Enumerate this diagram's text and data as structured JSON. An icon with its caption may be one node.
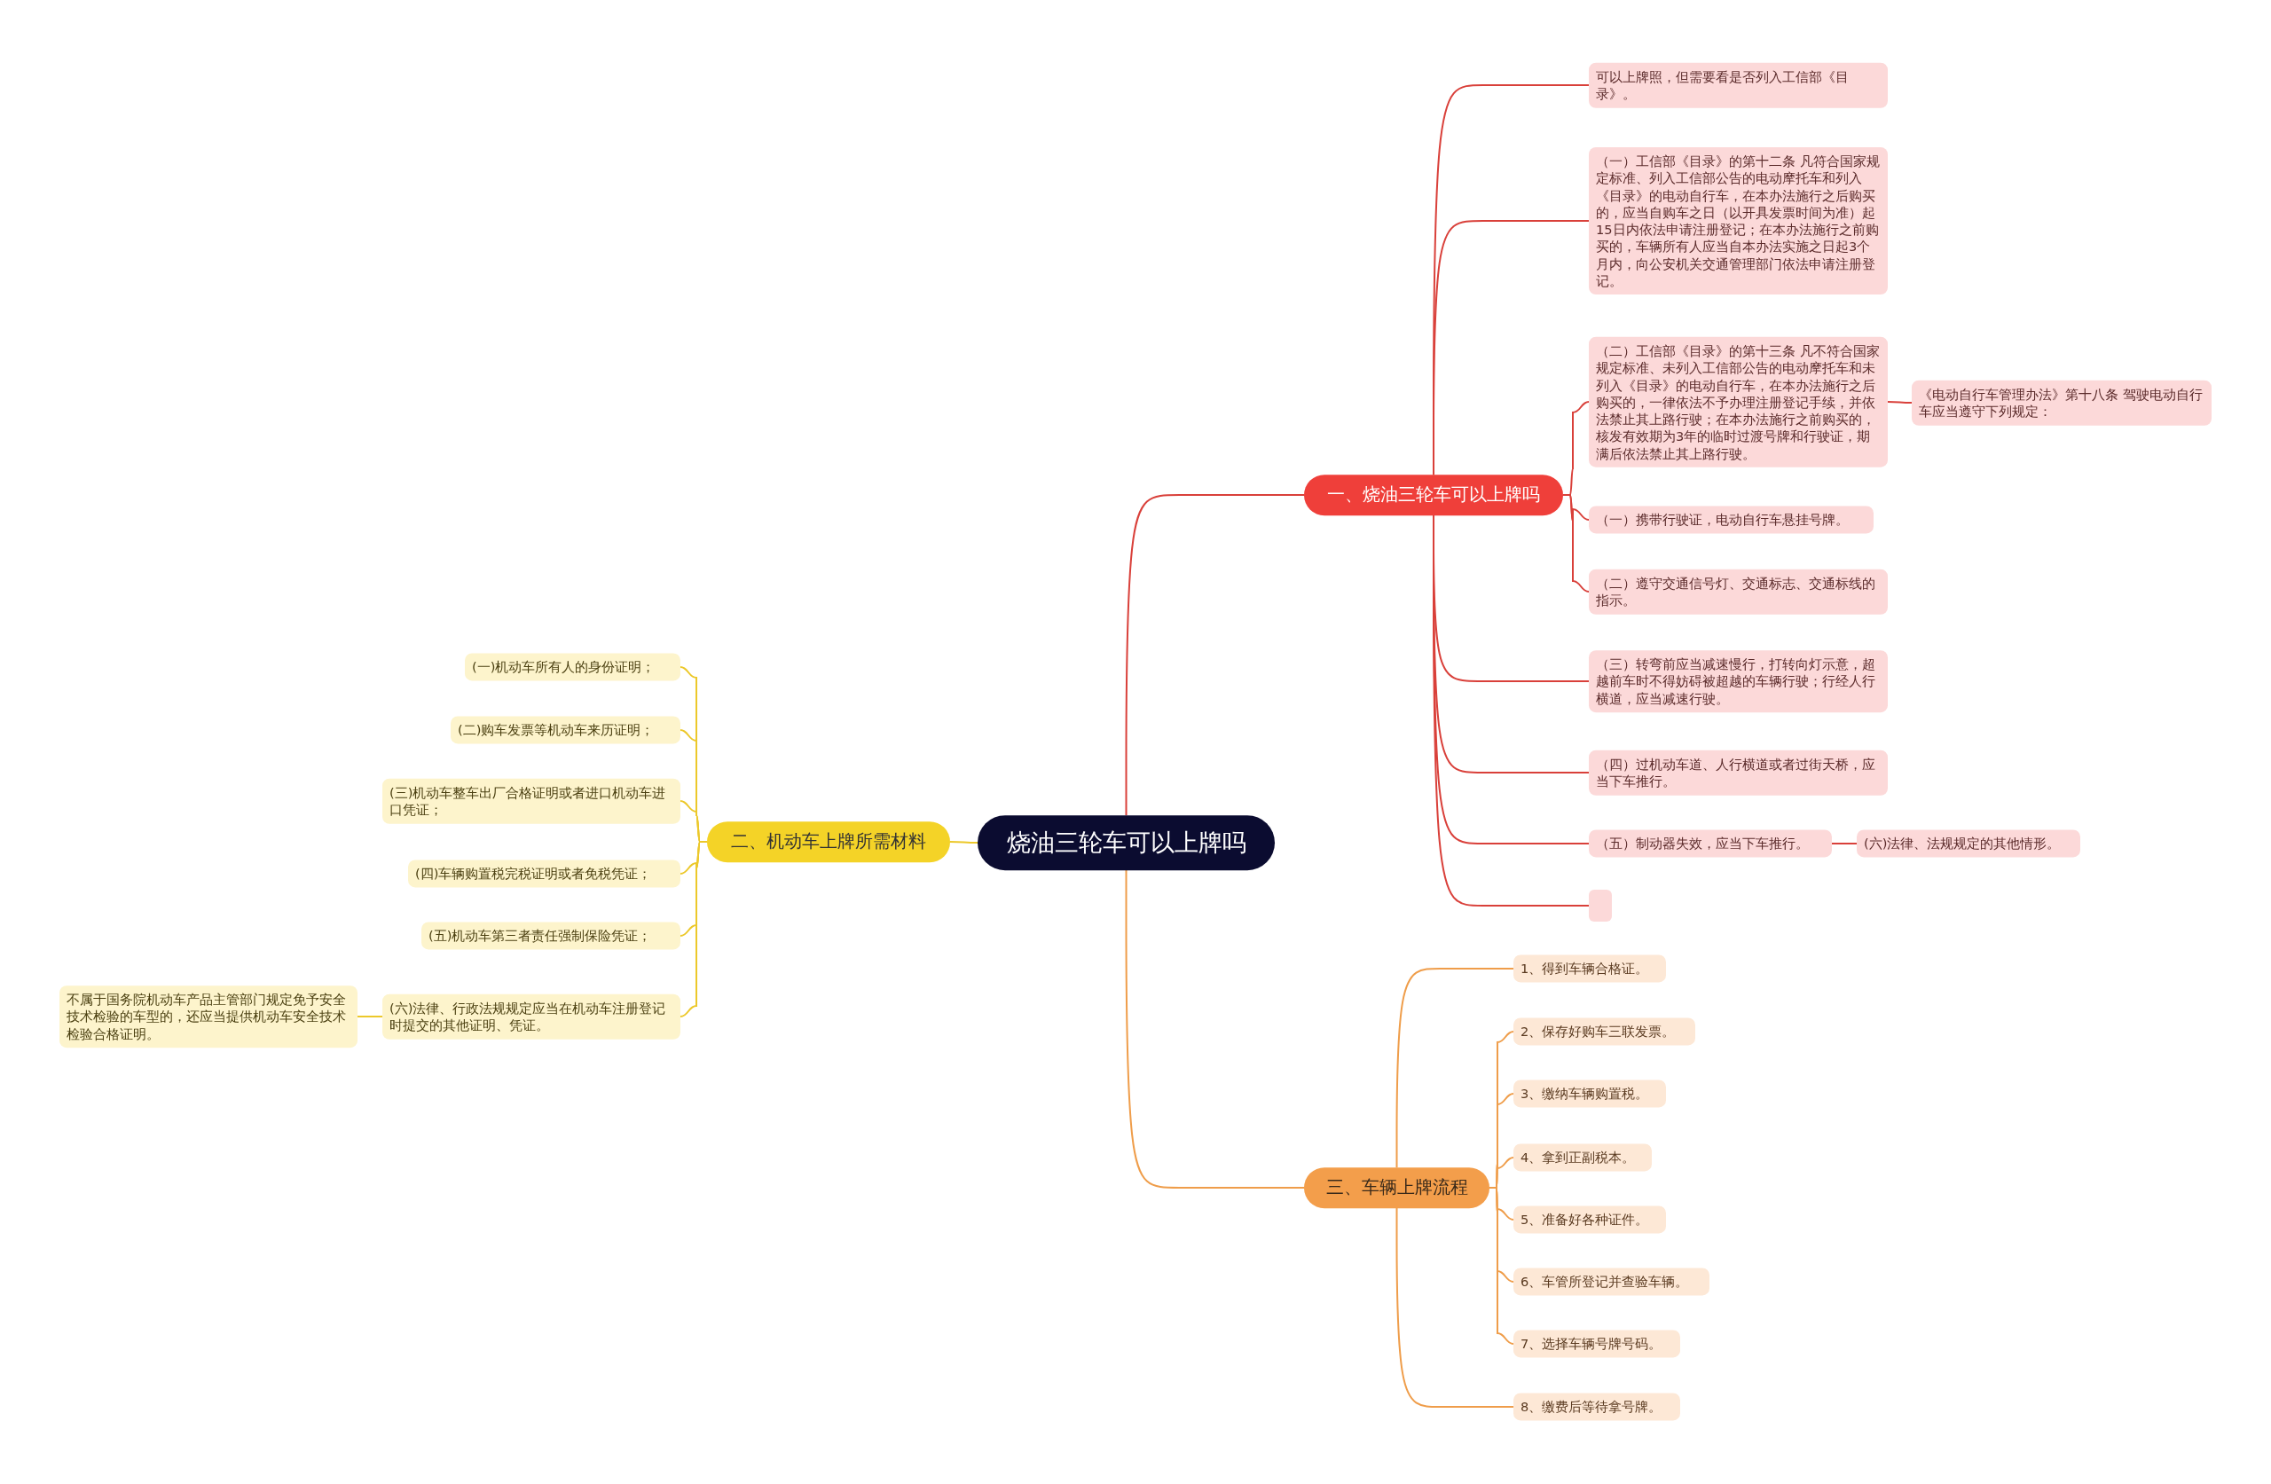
{
  "diagram": {
    "nodes": [
      {
        "text": [
          "烧油三轮车可以上牌吗"
        ]
      },
      {
        "text": [
          "一、烧油三轮车可以上牌吗"
        ]
      },
      {
        "text": [
          "可以上牌照，但需要看是否列入工信部《目录》。"
        ]
      },
      {
        "text": [
          "（一）工信部《目录》的第十二条 凡符合国家规定标准、列入工信部公告的电动摩托车和列入《目录》的电动自行车，在本办法施行之后购买的，应当自购车之日（以开具发票时间为准）起15日内依法申请注册登记；在本办法施行之前购买的，车辆所有人应当自本办法实施之日起3个月内，向公安机关交通管理部门依法申请注册登记。"
        ]
      },
      {
        "text": [
          "（二）工信部《目录》的第十三条 凡不符合国家规定标准、未列入工信部公告的电动摩托车和未列入《目录》的电动自行车，在本办法施行之后购买的，一律依法不予办理注册登记手续，并依法禁止其上路行驶；在本办法施行之前购买的，核发有效期为3年的临时过渡号牌和行驶证，期满后依法禁止其上路行驶。"
        ]
      },
      {
        "text": [
          "《电动自行车管理办法》第十八条  驾驶电动自行车应当遵守下列规定："
        ]
      },
      {
        "text": [
          "（一）携带行驶证，电动自行车悬挂号牌。"
        ]
      },
      {
        "text": [
          "（二）遵守交通信号灯、交通标志、交通标线的指示。"
        ]
      },
      {
        "text": [
          "（三）转弯前应当减速慢行，打转向灯示意，超越前车时不得妨碍被超越的车辆行驶；行经人行横道，应当减速行驶。"
        ]
      },
      {
        "text": [
          "（四）过机动车道、人行横道或者过街天桥，应当下车推行。"
        ]
      },
      {
        "text": [
          "（五）制动器失效，应当下车推行。"
        ]
      },
      {
        "text": [
          "(六)法律、法规规定的其他情形。"
        ]
      },
      {
        "text": [],
        "shape": "box"
      },
      {
        "text": [
          "二、机动车上牌所需材料"
        ]
      },
      {
        "text": [
          "(一)机动车所有人的身份证明；"
        ]
      },
      {
        "text": [
          "(二)购车发票等机动车来历证明；"
        ]
      },
      {
        "text": [
          "(三)机动车整车出厂合格证明或者进口机动车进口凭证；"
        ]
      },
      {
        "text": [
          "(四)车辆购置税完税证明或者免税凭证；"
        ]
      },
      {
        "text": [
          "(五)机动车第三者责任强制保险凭证；"
        ]
      },
      {
        "text": [
          "(六)法律、行政法规规定应当在机动车注册登记时提交的其他证明、凭证。"
        ]
      },
      {
        "text": [
          "不属于国务院机动车产品主管部门规定免予安全技术检验的车型的，还应当提供机动车安全技术检验合格证明。"
        ]
      },
      {
        "text": [
          "三、车辆上牌流程"
        ]
      },
      {
        "text": [
          "1、得到车辆合格证。"
        ]
      },
      {
        "text": [
          "2、保存好购车三联发票。"
        ]
      },
      {
        "text": [
          "3、缴纳车辆购置税。"
        ]
      },
      {
        "text": [
          "4、拿到正副税本。"
        ]
      },
      {
        "text": [
          "5、准备好各种证件。"
        ]
      },
      {
        "text": [
          "6、车管所登记并查验车辆。"
        ]
      },
      {
        "text": [
          "7、选择车辆号牌号码。"
        ]
      },
      {
        "text": [
          "8、缴费后等待拿号牌。"
        ]
      }
    ],
    "edges": [
      {
        "from": 0,
        "to": 1,
        "arrow": "none",
        "color": "#d9403a"
      },
      {
        "from": 1,
        "to": 2,
        "arrow": "none",
        "color": "#d9403a"
      },
      {
        "from": 1,
        "to": 3,
        "arrow": "none",
        "color": "#d9403a"
      },
      {
        "from": 1,
        "to": 4,
        "arrow": "none",
        "color": "#d9403a"
      },
      {
        "from": 4,
        "to": 5,
        "arrow": "none",
        "color": "#d9403a"
      },
      {
        "from": 1,
        "to": 6,
        "arrow": "none",
        "color": "#d9403a"
      },
      {
        "from": 1,
        "to": 7,
        "arrow": "none",
        "color": "#d9403a"
      },
      {
        "from": 1,
        "to": 8,
        "arrow": "none",
        "color": "#d9403a"
      },
      {
        "from": 1,
        "to": 9,
        "arrow": "none",
        "color": "#d9403a"
      },
      {
        "from": 1,
        "to": 10,
        "arrow": "none",
        "color": "#d9403a"
      },
      {
        "from": 10,
        "to": 11,
        "arrow": "none",
        "color": "#d9403a"
      },
      {
        "from": 1,
        "to": 12,
        "arrow": "none",
        "color": "#d9403a"
      },
      {
        "from": 0,
        "to": 13,
        "arrow": "none",
        "color": "#ecc82a"
      },
      {
        "from": 13,
        "to": 14,
        "arrow": "none",
        "color": "#ecc82a"
      },
      {
        "from": 13,
        "to": 15,
        "arrow": "none",
        "color": "#ecc82a"
      },
      {
        "from": 13,
        "to": 16,
        "arrow": "none",
        "color": "#ecc82a"
      },
      {
        "from": 13,
        "to": 17,
        "arrow": "none",
        "color": "#ecc82a"
      },
      {
        "from": 13,
        "to": 18,
        "arrow": "none",
        "color": "#ecc82a"
      },
      {
        "from": 13,
        "to": 19,
        "arrow": "none",
        "color": "#ecc82a"
      },
      {
        "from": 19,
        "to": 20,
        "arrow": "none",
        "color": "#ecc82a"
      },
      {
        "from": 0,
        "to": 21,
        "arrow": "none",
        "color": "#ef9d4a"
      },
      {
        "from": 21,
        "to": 22,
        "arrow": "none",
        "color": "#ef9d4a"
      },
      {
        "from": 21,
        "to": 23,
        "arrow": "none",
        "color": "#ef9d4a"
      },
      {
        "from": 21,
        "to": 24,
        "arrow": "none",
        "color": "#ef9d4a"
      },
      {
        "from": 21,
        "to": 25,
        "arrow": "none",
        "color": "#ef9d4a"
      },
      {
        "from": 21,
        "to": 26,
        "arrow": "none",
        "color": "#ef9d4a"
      },
      {
        "from": 21,
        "to": 27,
        "arrow": "none",
        "color": "#ef9d4a"
      },
      {
        "from": 21,
        "to": 28,
        "arrow": "none",
        "color": "#ef9d4a"
      },
      {
        "from": 21,
        "to": 29,
        "arrow": "none",
        "color": "#ef9d4a"
      }
    ]
  }
}
